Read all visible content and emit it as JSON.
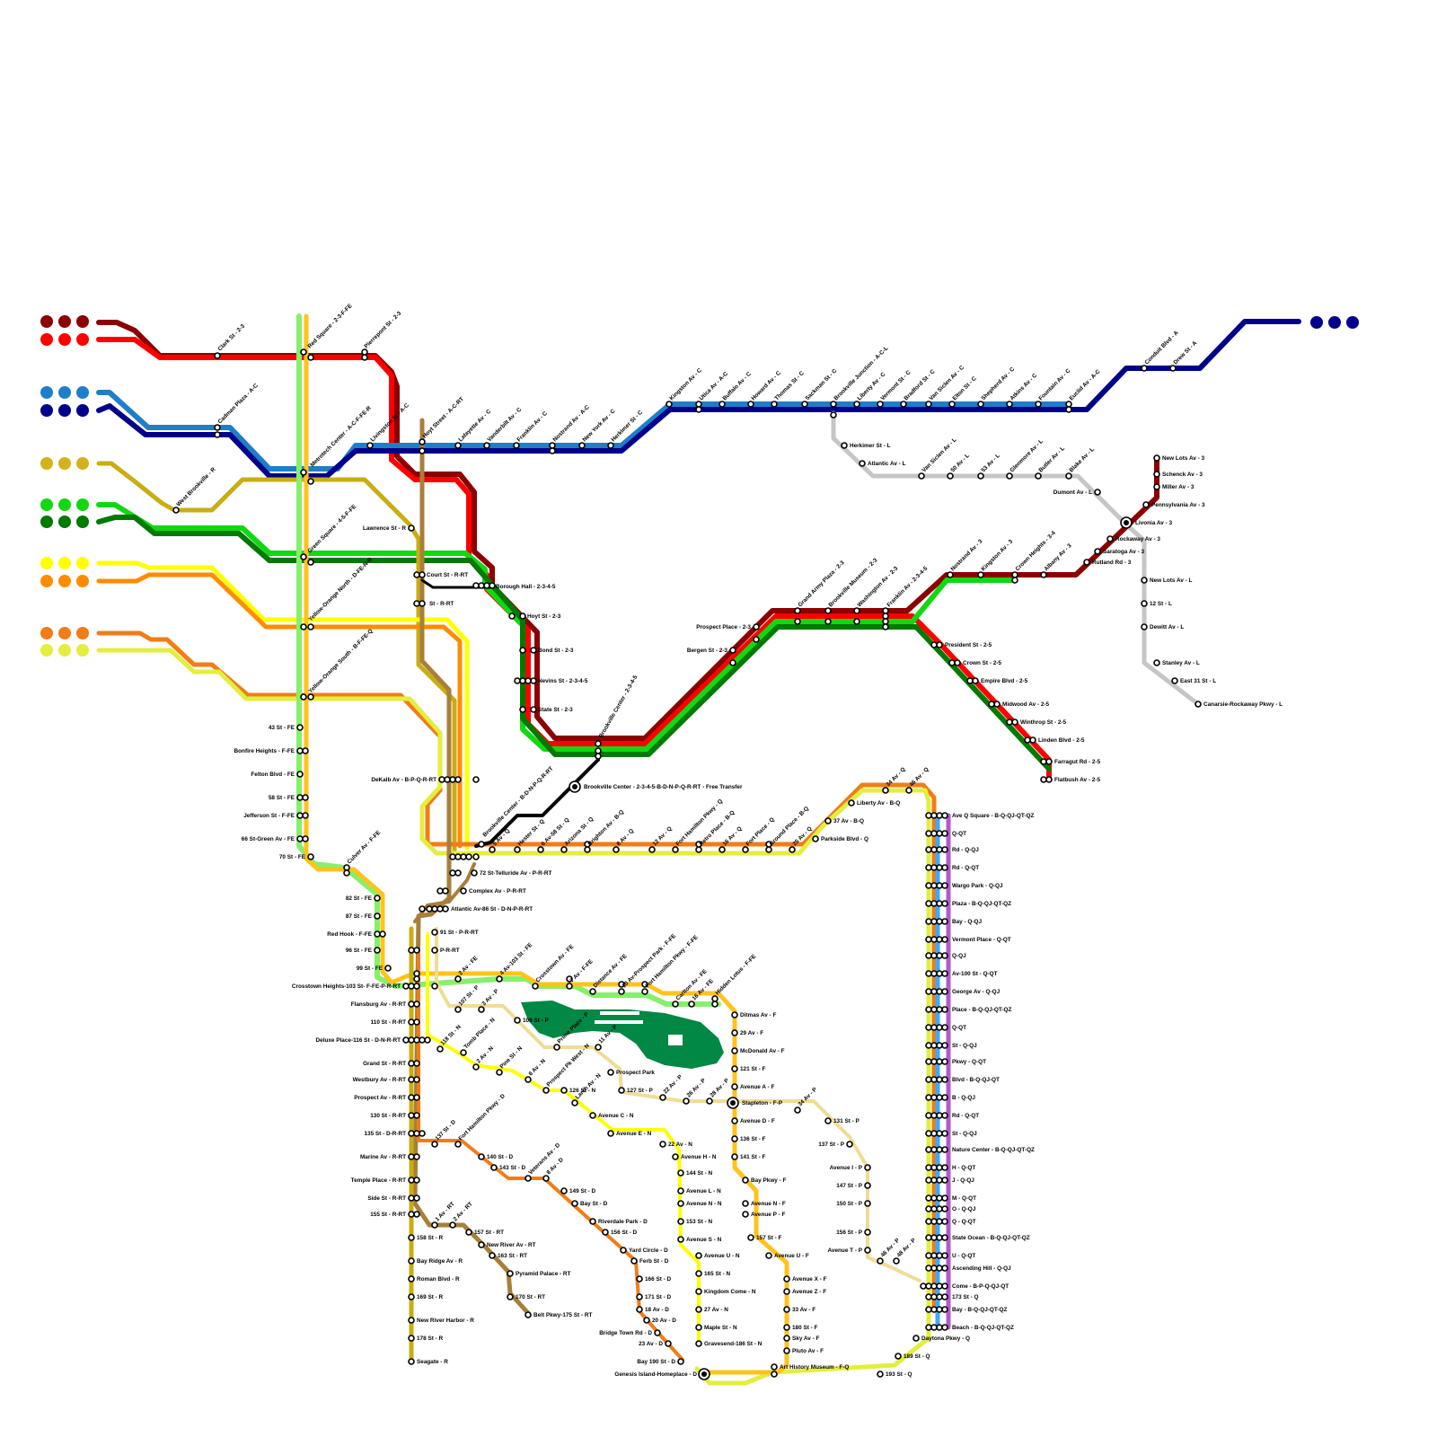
{
  "lines": {
    "2": {
      "color": "#8b0000"
    },
    "3": {
      "color": "#ff0000"
    },
    "A": {
      "color": "#00008b"
    },
    "C": {
      "color": "#1e7fc9"
    },
    "4": {
      "color": "#12d812"
    },
    "5": {
      "color": "#007a00"
    },
    "B": {
      "color": "#d4b21b"
    },
    "F": {
      "color": "#ffc31c"
    },
    "FE": {
      "color": "#86f06c"
    },
    "Q": {
      "color": "#ff8c00"
    },
    "D": {
      "color": "#f07d18"
    },
    "N": {
      "color": "#ffff00"
    },
    "P": {
      "color": "#f0dc96"
    },
    "R": {
      "color": "#c8ad14"
    },
    "RT": {
      "color": "#a87f3a"
    },
    "L": {
      "color": "#c6c6c6"
    },
    "S": {
      "color": "#000000"
    },
    "QJ": {
      "color": "#e3ee3e"
    },
    "QT": {
      "color": "#3fa9f5"
    },
    "QZ": {
      "color": "#b05cc8"
    }
  },
  "legend_dots": [
    {
      "color": "#8b0000"
    },
    {
      "color": "#ff0000"
    },
    {
      "color": "#1e7fc9"
    },
    {
      "color": "#00008b"
    },
    {
      "color": "#d4b21b"
    },
    {
      "color": "#12d812"
    },
    {
      "color": "#007a00"
    },
    {
      "color": "#ffff00"
    },
    {
      "color": "#ff8c00"
    },
    {
      "color": "#f07d18"
    },
    {
      "color": "#e3ee3e"
    }
  ],
  "park_color": "#008844",
  "transfer_stations": [
    "Livonia Av - 3",
    "Brookville Center - 2-3-4-5-B-D-N-P-Q-R-RT - Free Transfer",
    "Stapleton - F-P",
    "Genesis Island-Homeplace - D"
  ],
  "stations": [
    "Clark St - 2-3",
    "Red Square - 2-3-F-FE",
    "Pierrepont St - 2-3",
    "Cadman Plaza - A-C",
    "Metrotech Center - A-C-F-FE-R",
    "Livingston St - A-C",
    "Hoyt Street - A-C-RT",
    "Lafayette Av - C",
    "Vanderbilt Av - C",
    "Franklin Av - C",
    "Nostrand Av - A-C",
    "New York Av - C",
    "Herkimer St - C",
    "Kingston Av - C",
    "Utica Av - A-C",
    "Buffalo Av - C",
    "Howard Av - C",
    "Thomas St - C",
    "Sackman St - C",
    "Brookville Junction - A-C-L",
    "Liberty Av - C",
    "Vermont St - C",
    "Bradford St - C",
    "Van Siclen Av - C",
    "Elton St - C",
    "Shepherd Av - C",
    "Atkins Av - C",
    "Fountain Av - C",
    "Euclid Av - A-C",
    "Conduit Blvd - A",
    "Drew St - A",
    "West Brookville - R",
    "Lawrence St - R",
    "Court St - R-RT",
    "St - R-RT",
    "Green Square - 4-5-F-FE",
    "Yellow-Orange North - D-FE-N-R",
    "Yellow-Orange South - B-F-FE-Q",
    "Borough Hall - 2-3-4-5",
    "Hoyt St - 2-3",
    "Bond St - 2-3",
    "Nevins St - 2-3-4-5",
    "State St - 2-3",
    "Brookville Center - 2-3-4-5",
    "Herkimer St - L",
    "Atlantic Av - L",
    "Van Siclen Av - L",
    "50 Av - L",
    "53 Av - L",
    "Glenmore Av - L",
    "Butler Av - L",
    "Blake Av - L",
    "Dumont Av - L",
    "New Lots Av - L",
    "12 St - L",
    "Dewitt Av - L",
    "Stanley Av - L",
    "East 31 St - L",
    "Canarsie-Rockaway Pkwy - L",
    "New Lots Av - 3",
    "Schenck Av - 3",
    "Miller Av - 3",
    "Pennsylvania Av - 3",
    "Rockaway Av - 3",
    "Saratoga Av - 3",
    "Rutland Rd - 3",
    "Nostrand Av - 3",
    "Kingston Av - 3",
    "Crown Heights - 3-4",
    "Albany Av - 3",
    "Grand Army Plaza - 2-3",
    "Brookville Museum - 2-3",
    "Washington Av - 2-3",
    "Franklin Av - 2-3-4-5",
    "Prospect Place - 2-3",
    "Bergen St - 2-3",
    "President St - 2-5",
    "Crown St - 2-5",
    "Empire Blvd - 2-5",
    "Midwood Av - 2-5",
    "Winthrop St - 2-5",
    "Linden Blvd - 2-5",
    "Farragut Rd - 2-5",
    "Flatbush Av - 2-5",
    "43 St - FE",
    "Bonfire Heights - F-FE",
    "Felton Blvd - FE",
    "58 St - FE",
    "Jefferson St - F-FE",
    "66 St-Green Av - FE",
    "70 St - FE",
    "Culver Av - F-FE",
    "82 St - FE",
    "87 St - FE",
    "Red Hook - F-FE",
    "96 St - FE",
    "99 St - FE",
    "DeKalb Av - B-P-Q-R-RT",
    "Brookville Center - B-D-N-P-Q-R-RT",
    "72 St-Telluride Av - P-R-RT",
    "Complex Av - P-R-RT",
    "Atlantic Av-86 St - D-N-P-R-RT",
    "91 St - P-R-RT",
    "P-R-RT",
    "Crosstown Heights-103 St- F-FE-P-R-RT",
    "Flansburg Av - R-RT",
    "110 St - R-RT",
    "Deluxe Place-116 St - D-N-R-RT",
    "Grand St - R-RT",
    "Westbury Av - R-RT",
    "Prospect Av - R-RT",
    "130 St - R-RT",
    "135 St - D-R-RT",
    "Marine Av - R-RT",
    "Temple Place - R-RT",
    "Side St - R-RT",
    "155 St - R-RT",
    "158 St - R",
    "Bay Ridge Av - R",
    "Roman Blvd - R",
    "169 St - R",
    "New River Harbor - R",
    "178 St - R",
    "Seagate - R",
    "1 Av - RT",
    "2 Av - RT",
    "157 St - RT",
    "New River Av - RT",
    "163 St - RT",
    "Pyramid Palace - RT",
    "170 St - RT",
    "Belt Pkwy-175 St - RT",
    "Liberty Av - B-Q",
    "37 Av - B-Q",
    "Parkside Blvd - Q",
    "Ave Q Square - B-Q-QJ-QT-QZ",
    "Q-QT",
    "Rd - Q-QJ",
    "Rd - Q-QT",
    "Wargo Park - Q-QJ",
    "Plaza - B-Q-QJ-QT-QZ",
    "Bay - Q-QJ",
    "Vermont Place - Q-QT",
    "Q-QJ",
    "Av-100 St - Q-QT",
    "George Av - Q-QJ",
    "Place - B-Q-QJ-QT-QZ",
    "Q-QT",
    "St - Q-QJ",
    "Pkwy - Q-QT",
    "Blvd - B-Q-QJ-QT",
    "B - Q-QJ",
    "Rd - Q-QT",
    "St - Q-QJ",
    "Nature Center - B-Q-QJ-QT-QZ",
    "H - Q-QT",
    "J - Q-QJ",
    "M - Q-QT",
    "O - Q-QJ",
    "Q - Q-QT",
    "State Ocean - B-Q-QJ-QT-QZ",
    "U - Q-QT",
    "Ascending Hill - Q-QJ",
    "Come - B-P-Q-QJ-QT",
    "173 St - Q",
    "Bay - B-Q-QJ-QT-QZ",
    "Beach - B-Q-QJ-QT-QZ",
    "Daytona Pkwy - Q",
    "189 St - Q",
    "193 St - Q",
    "Art History Museum - F-Q",
    "2 Av - FE",
    "4 Av-103 St - FE",
    "Crosstown Av - FE",
    "7 Av - F-FE",
    "Distance Av - FE",
    "10 Av-Prospect Park - F-FE",
    "Fort Hamilton Pkwy - F-FE",
    "Carlton Av - FE",
    "16 Av - FE",
    "Hidden Lotus - F-FE",
    "Ditmas Av - F",
    "29 Av - F",
    "McDonald Av - F",
    "121 St - F",
    "Avenue A - F",
    "Avenue D - F",
    "136 St - F",
    "141 St - F",
    "Bay Pkwy - F",
    "Avenue N - F",
    "Avenue P - F",
    "157 St - F",
    "Avenue U - F",
    "Avenue X - F",
    "Avenue Z - F",
    "33 Av - F",
    "180 St - F",
    "Sky Av - F",
    "Pluto Av - F",
    "107 St - P",
    "3 Av - P",
    "109 St - P",
    "Prime Place - P",
    "11 Av - P",
    "Prospect Park",
    "127 St - P",
    "22 Av - P",
    "26 Av - P",
    "28 Av - P",
    "34 Av - P",
    "131 St - P",
    "137 St - P",
    "Avenue I - P",
    "147 St - P",
    "150 St - P",
    "156 St - P",
    "Avenue T - P",
    "46 Av - P",
    "48 Av - P",
    "118 St - N",
    "Tomb Place - N",
    "2 Av - N",
    "Pine St - N",
    "6 Av - N",
    "Prospect Pk West - N",
    "126 St - N",
    "Larch Av - N",
    "Avenue C - N",
    "Avenue E - N",
    "22 Av - N",
    "Avenue H - N",
    "144 St - N",
    "Avenue L - N",
    "Avenue N - N",
    "153 St - N",
    "Avenue S - N",
    "Avenue U - N",
    "165 St - N",
    "Kingdom Come - N",
    "27 Av - N",
    "Maple St - N",
    "Gravesend-186 St - N",
    "137 St - D",
    "Fort Hamilton Pkwy - D",
    "140 St - D",
    "143 St - D",
    "Veterans Av - D",
    "8 Av - D",
    "149 St - D",
    "Bay St - D",
    "Riverdale Park - D",
    "156 St - D",
    "Yard Circle - D",
    "Ferb St - D",
    "166 St - D",
    "171 St - D",
    "18 Av - D",
    "20 Av - D",
    "Bridge Town Rd - D",
    "23 Av - D",
    "Bay 190 St - D",
    "5 Av - Q",
    "Hester St - Q",
    "6 Av-58 St - Q",
    "Arizona St - Q",
    "Brighton Av - B-Q",
    "8 Av - Q",
    "12 Av - Q",
    "Fort Hamilton Pkwy - Q",
    "Retro Place - B-Q",
    "16 Av - Q",
    "Fort Place - Q",
    "Ground Place - B-Q",
    "25 Av - Q",
    "34 Av - Q",
    "46 Av - Q"
  ]
}
